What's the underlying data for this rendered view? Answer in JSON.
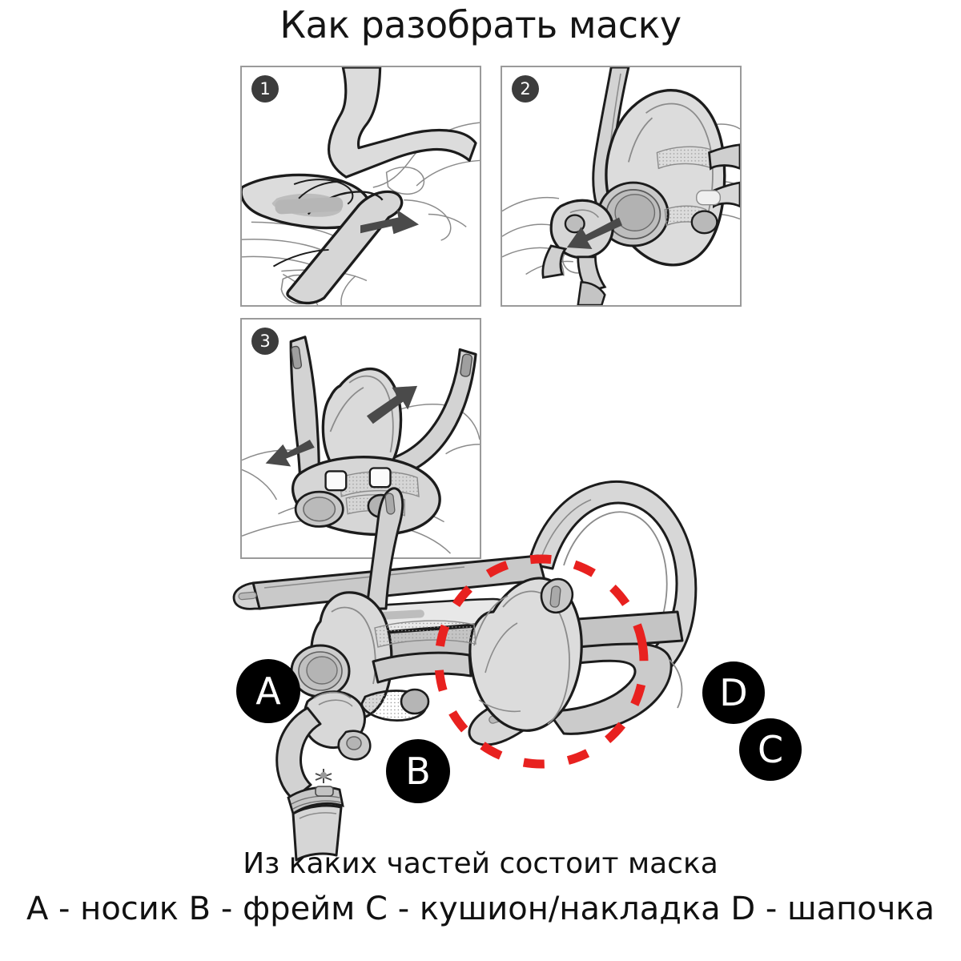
{
  "page": {
    "title": "Как разобрать маску",
    "background_color": "#ffffff",
    "text_color": "#111111"
  },
  "steps": [
    {
      "number": "1",
      "name": "step-panel-1",
      "description": "Рука вытягивает ремешок шапочки из прорези рамки, стрелка указывает направление вытягивания",
      "badge_color": "#3c3c3c",
      "has_arrow": true
    },
    {
      "number": "2",
      "name": "step-panel-2",
      "description": "Рука снимает носик (колено) с рамки маски, стрелка указывает направление снятия",
      "badge_color": "#3c3c3c",
      "has_arrow": true
    },
    {
      "number": "3",
      "name": "step-panel-3",
      "description": "Кушион отделяется от фрейма, две стрелки показывают разделение деталей",
      "badge_color": "#3c3c3c",
      "has_arrow": true
    }
  ],
  "exploded": {
    "highlight": {
      "name": "cushion-highlight-ellipse",
      "color": "#e8211f",
      "style": "dashed-ellipse"
    },
    "part_labels": [
      {
        "letter": "A",
        "name": "part-label-a",
        "part": "носик"
      },
      {
        "letter": "B",
        "name": "part-label-b",
        "part": "фрейм"
      },
      {
        "letter": "C",
        "name": "part-label-c",
        "part": "кушион/накладка"
      },
      {
        "letter": "D",
        "name": "part-label-d",
        "part": "шапочка"
      }
    ],
    "label_color": "#000000",
    "label_text_color": "#ffffff"
  },
  "captions": {
    "line1": "Из каких частей состоит маска",
    "line2": "A - носик  B - фрейм  C - кушион/накладка  D - шапочка"
  },
  "palette": {
    "outline": "#1a1a1a",
    "fill_light": "#e2e2e2",
    "fill_mid": "#cfcfcf",
    "fill_dark": "#b4b4b4",
    "skin_outline": "#707070",
    "arrow": "#4a4a4a",
    "panel_border": "#9a9a9a",
    "red": "#e8211f"
  }
}
